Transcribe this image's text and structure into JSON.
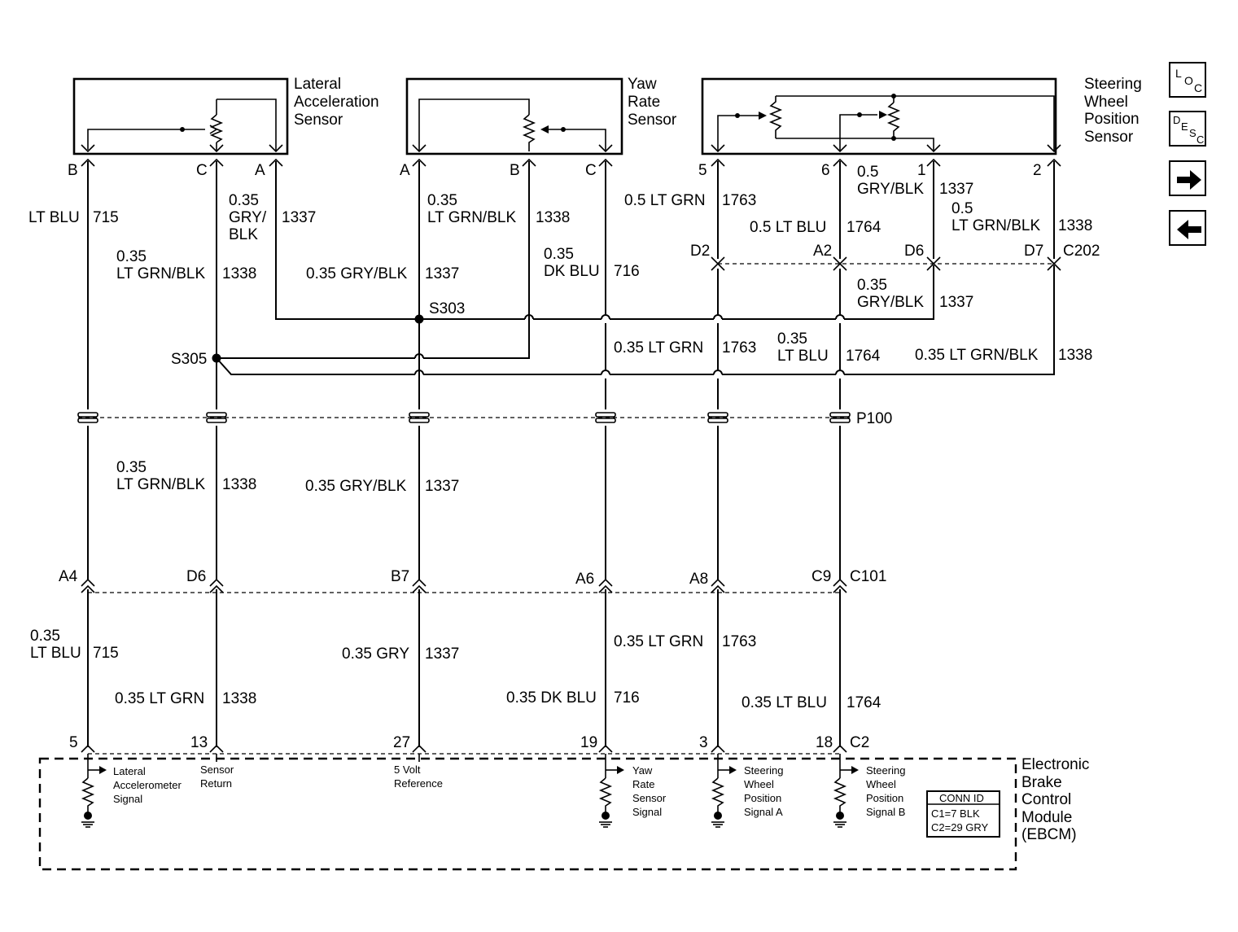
{
  "components": {
    "lateral_accel": [
      "Lateral",
      "Acceleration",
      "Sensor"
    ],
    "yaw_rate": [
      "Yaw",
      "Rate",
      "Sensor"
    ],
    "steering_wheel": [
      "Steering",
      "Wheel",
      "Position",
      "Sensor"
    ],
    "ebcm": [
      "Electronic",
      "Brake",
      "Control",
      "Module",
      "(EBCM)"
    ]
  },
  "sensor_pins": {
    "lat": [
      "B",
      "C",
      "A"
    ],
    "yaw": [
      "A",
      "B",
      "C"
    ],
    "sw": [
      "5",
      "6",
      "1",
      "2"
    ]
  },
  "splices": {
    "s303": "S303",
    "s305": "S305"
  },
  "connectors": {
    "c202": {
      "name": "C202",
      "pins": [
        "D2",
        "A2",
        "D6",
        "D7"
      ]
    },
    "p100": {
      "name": "P100"
    },
    "c101": {
      "name": "C101",
      "pins": [
        "A4",
        "D6",
        "B7",
        "A6",
        "A8",
        "C9"
      ]
    },
    "c2": {
      "name": "C2",
      "pins": [
        "5",
        "13",
        "27",
        "19",
        "3",
        "18"
      ]
    }
  },
  "wires_upper": {
    "w715": [
      "LT BLU",
      "715"
    ],
    "w1338_lat": [
      "0.35",
      "LT GRN/BLK",
      "1338"
    ],
    "w1337_lat": [
      "0.35",
      "GRY/",
      "BLK",
      "1337"
    ],
    "w1338_yaw": [
      "0.35",
      "LT GRN/BLK",
      "1338"
    ],
    "w1337_yaw": [
      "0.35 GRY/BLK",
      "1337"
    ],
    "w716": [
      "0.35",
      "DK BLU",
      "716"
    ],
    "w1763_sw": [
      "0.5 LT GRN",
      "1763"
    ],
    "w1764_sw": [
      "0.5 LT BLU",
      "1764"
    ],
    "w1337_sw": [
      "0.5",
      "GRY/BLK",
      "1337"
    ],
    "w1338_sw": [
      "0.5",
      "LT GRN/BLK",
      "1338"
    ],
    "w1337_c202": [
      "0.35",
      "GRY/BLK",
      "1337"
    ],
    "w1763_mid": [
      "0.35 LT GRN",
      "1763"
    ],
    "w1764_mid": [
      "0.35",
      "LT BLU",
      "1764"
    ],
    "w1338_mid": [
      "0.35 LT GRN/BLK",
      "1338"
    ]
  },
  "wires_middle": {
    "w1338": [
      "0.35",
      "LT GRN/BLK",
      "1338"
    ],
    "w1337": [
      "0.35 GRY/BLK",
      "1337"
    ]
  },
  "wires_lower": {
    "w715": [
      "0.35",
      "LT BLU",
      "715"
    ],
    "w1338": [
      "0.35 LT GRN",
      "1338"
    ],
    "w1337": [
      "0.35 GRY",
      "1337"
    ],
    "w716": [
      "0.35 DK BLU",
      "716"
    ],
    "w1763": [
      "0.35 LT GRN",
      "1763"
    ],
    "w1764": [
      "0.35 LT BLU",
      "1764"
    ]
  },
  "ebcm_circuits": {
    "lat_signal": [
      "Lateral",
      "Accelerometer",
      "Signal"
    ],
    "sensor_return": [
      "Sensor",
      "Return"
    ],
    "five_volt": [
      "5 Volt",
      "Reference"
    ],
    "yaw_signal": [
      "Yaw",
      "Rate",
      "Sensor",
      "Signal"
    ],
    "sw_signal_a": [
      "Steering",
      "Wheel",
      "Position",
      "Signal A"
    ],
    "sw_signal_b": [
      "Steering",
      "Wheel",
      "Position",
      "Signal B"
    ]
  },
  "conn_id": {
    "title": "CONN ID",
    "c1": "C1=7 BLK",
    "c2": "C2=29 GRY"
  },
  "nav": {
    "loc": [
      "L",
      "O",
      "C"
    ],
    "desc": [
      "D",
      "E",
      "S",
      "C"
    ],
    "next": "right-arrow-icon",
    "prev": "left-arrow-icon"
  }
}
